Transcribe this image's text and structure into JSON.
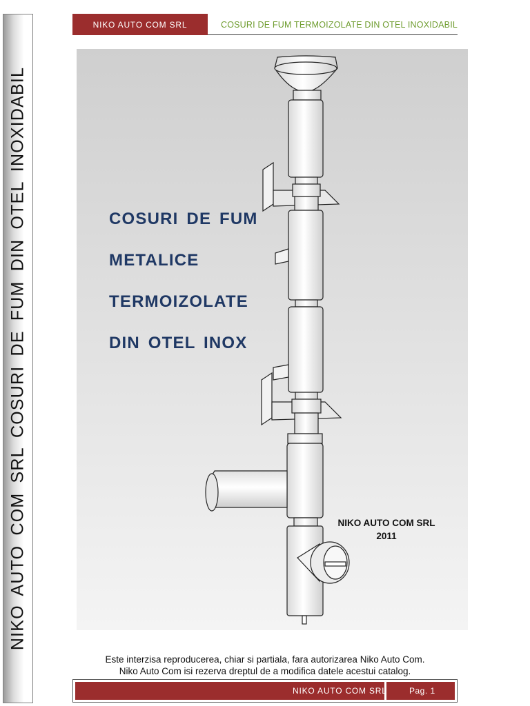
{
  "side_banner": {
    "text": "NIKO AUTO COM SRL    COSURI DE FUM DIN OTEL INOXIDABIL"
  },
  "header": {
    "company": "NIKO AUTO COM SRL",
    "title": "COSURI DE FUM TERMOIZOLATE DIN OTEL INOXIDABIL"
  },
  "hero": {
    "lines": [
      "COSURI DE FUM",
      "METALICE",
      "TERMOIZOLATE",
      "DIN OTEL INOX"
    ],
    "company_line": "NIKO AUTO COM SRL",
    "year": "2011"
  },
  "disclaimer": {
    "line1": "Este interzisa reproducerea, chiar si partiala, fara autorizarea Niko Auto Com.",
    "line2": "Niko Auto Com isi rezerva dreptul de a modifica datele acestui catalog."
  },
  "footer": {
    "company": "NIKO AUTO COM SRL",
    "page": "Pag. 1"
  },
  "colors": {
    "brand_red": "#9b2d2d",
    "title_blue": "#1f3864",
    "header_green": "#6e9c2e"
  }
}
